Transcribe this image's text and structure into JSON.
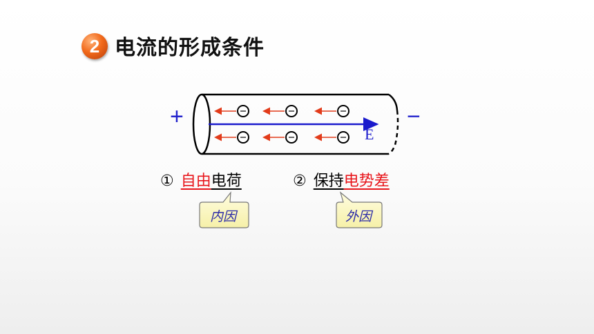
{
  "header": {
    "badge_number": "2",
    "title": "电流的形成条件"
  },
  "diagram": {
    "plus_sign": "+",
    "minus_sign": "−",
    "field_label": "E",
    "colors": {
      "tube": "#000000",
      "field_arrow": "#1a1acc",
      "charge_arrow": "#e23b1a",
      "signs": "#2222cc"
    }
  },
  "conditions": [
    {
      "number": "①",
      "highlight": "自由",
      "rest": "电荷",
      "bubble": "内因"
    },
    {
      "number": "②",
      "plain": "保持",
      "highlight": "电势差",
      "bubble": "外因"
    }
  ]
}
